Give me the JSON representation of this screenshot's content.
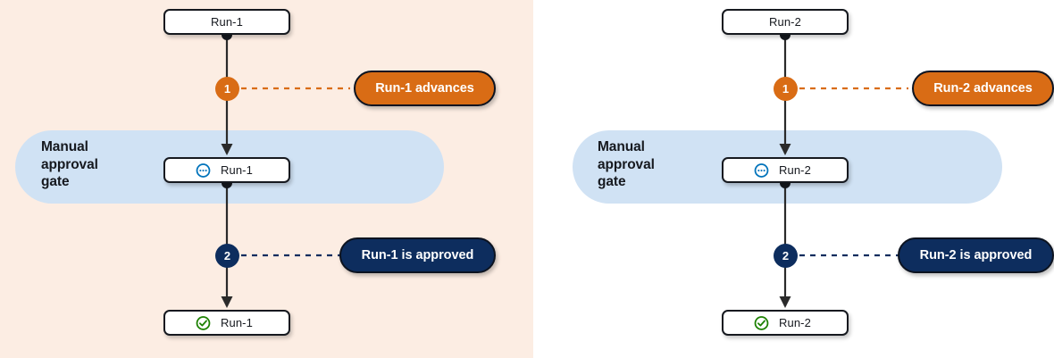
{
  "colors": {
    "panel_left_bg": "#fcede3",
    "panel_right_bg": "#ffffff",
    "gate_band": "#d0e2f4",
    "orange": "#d96c15",
    "navy": "#0d2d5e",
    "node_border": "#16191f",
    "pending_icon": "#0073bb",
    "success_icon": "#1d8102"
  },
  "panels": [
    {
      "id": "left",
      "gate": {
        "label": "Manual\napproval\ngate"
      },
      "nodes": [
        {
          "label": "Run-1",
          "icon": "none"
        },
        {
          "label": "Run-1",
          "icon": "pending-icon"
        },
        {
          "label": "Run-1",
          "icon": "success-check-icon"
        }
      ],
      "steps": [
        {
          "number": "1",
          "color": "orange",
          "callout": "Run-1 advances"
        },
        {
          "number": "2",
          "color": "navy",
          "callout": "Run-1 is approved"
        }
      ]
    },
    {
      "id": "right",
      "gate": {
        "label": "Manual\napproval\ngate"
      },
      "nodes": [
        {
          "label": "Run-2",
          "icon": "none"
        },
        {
          "label": "Run-2",
          "icon": "pending-icon"
        },
        {
          "label": "Run-2",
          "icon": "success-check-icon"
        }
      ],
      "steps": [
        {
          "number": "1",
          "color": "orange",
          "callout": "Run-2 advances"
        },
        {
          "number": "2",
          "color": "navy",
          "callout": "Run-2 is approved"
        }
      ]
    }
  ]
}
